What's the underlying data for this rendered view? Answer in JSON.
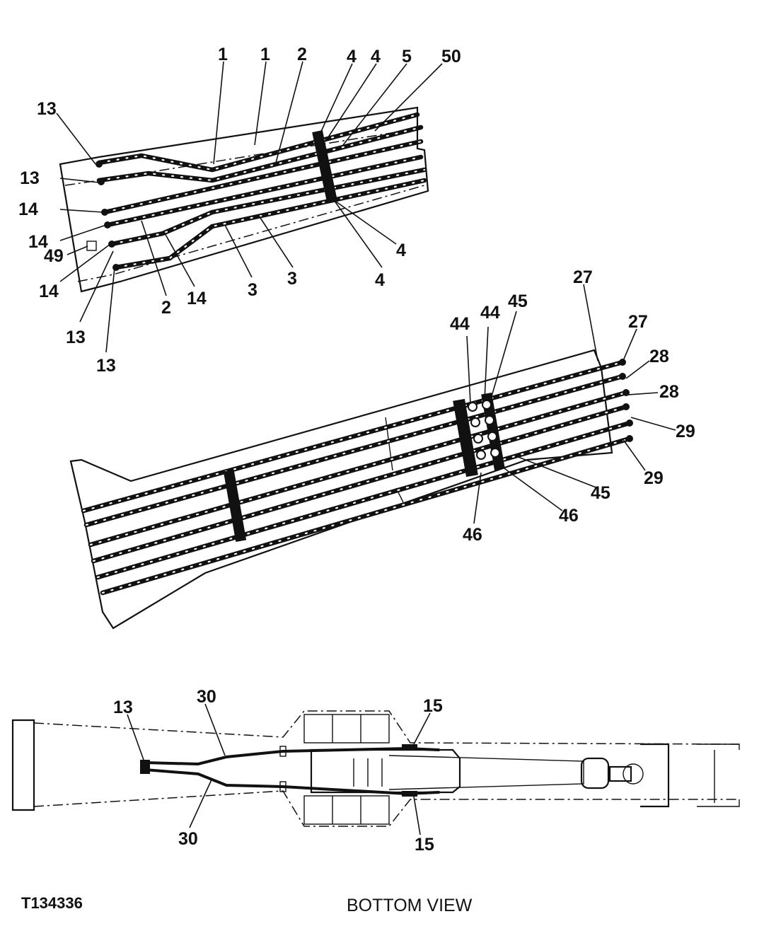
{
  "figure_id": "T134336",
  "view_caption": "BOTTOM VIEW",
  "callouts": {
    "top": [
      "1",
      "1",
      "2",
      "4",
      "4",
      "5",
      "50",
      "13",
      "13",
      "14",
      "14",
      "49",
      "14",
      "13",
      "13",
      "2",
      "14",
      "3",
      "3",
      "4",
      "4"
    ],
    "middle": [
      "27",
      "27",
      "28",
      "28",
      "29",
      "29",
      "44",
      "44",
      "45",
      "45",
      "46",
      "46"
    ],
    "bottom": [
      "13",
      "30",
      "30",
      "15",
      "15"
    ]
  },
  "colors": {
    "ink": "#111111",
    "paper": "#ffffff"
  }
}
